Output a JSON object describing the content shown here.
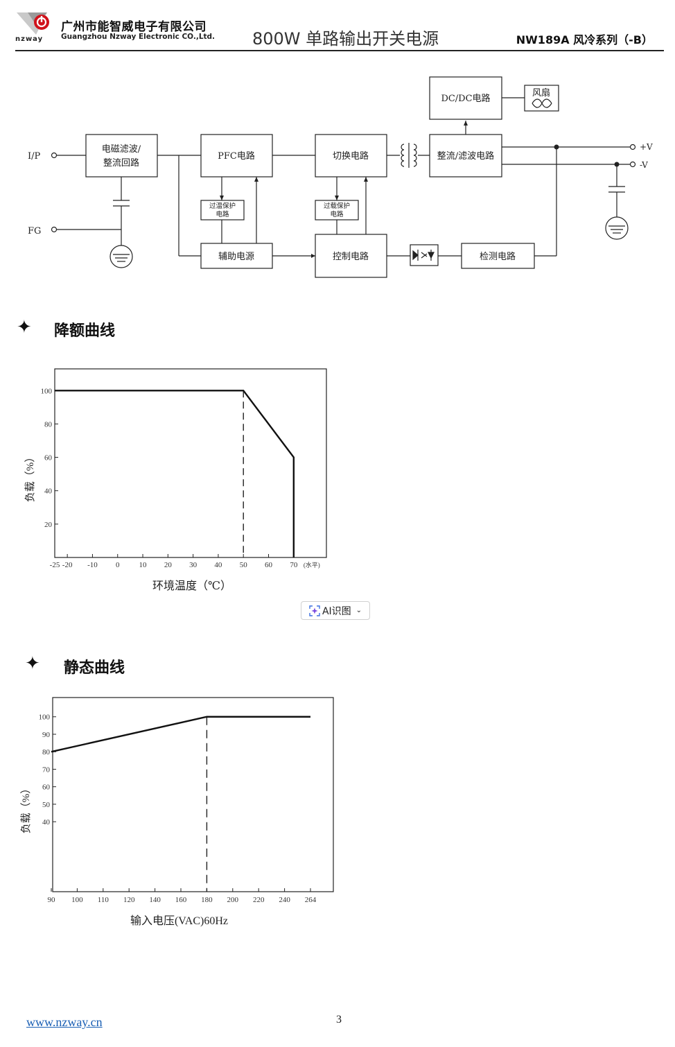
{
  "header": {
    "company_cn": "广州市能智威电子有限公司",
    "company_en": "Guangzhou Nzway Electronic CO.,Ltd.",
    "logo_word": "nzway",
    "title": "800W 单路输出开关电源",
    "series": "NW189A 风冷系列（-B）"
  },
  "block_diagram": {
    "ip_label": "I/P",
    "fg_label": "FG",
    "emi_line1": "电磁滤波/",
    "emi_line2": "整流回路",
    "pfc": "PFC电路",
    "switch": "切换电路",
    "rectifier": "整流/滤波电路",
    "dcdc": "DC/DC电路",
    "fan": "风扇",
    "otp_line1": "过温保护",
    "otp_line2": "电路",
    "olp_line1": "过载保护",
    "olp_line2": "电路",
    "aux": "辅助电源",
    "control": "控制电路",
    "detect": "检测电路",
    "out_pos": "+V",
    "out_neg": "-V"
  },
  "derating": {
    "section_title": "降额曲线",
    "chart_data": {
      "type": "line",
      "x": [
        -25,
        50,
        70,
        70
      ],
      "y": [
        100,
        100,
        60,
        0
      ],
      "xticks": [
        "-25",
        "-20",
        "-10",
        "0",
        "10",
        "20",
        "30",
        "40",
        "50",
        "60",
        "70"
      ],
      "yticks": [
        "100",
        "80",
        "60",
        "40",
        "20"
      ],
      "x_unit_note": "(水平)",
      "xlabel": "环境温度（℃）",
      "ylabel": "负载（%）",
      "xlim": [
        -25,
        83
      ],
      "ylim": [
        0,
        113
      ],
      "dashed_marker_x": 50,
      "grid": false
    }
  },
  "ai_button": {
    "label": "AI识图",
    "icon": "ai-sparkle-icon"
  },
  "static": {
    "section_title": "静态曲线",
    "chart_data": {
      "type": "line",
      "x": [
        90,
        180,
        264
      ],
      "y": [
        80,
        100,
        100
      ],
      "xticks": [
        "90",
        "100",
        "110",
        "120",
        "140",
        "160",
        "180",
        "200",
        "220",
        "240",
        "264"
      ],
      "yticks": [
        "100",
        "90",
        "80",
        "70",
        "60",
        "50",
        "40"
      ],
      "xlabel": "输入电压(VAC)60Hz",
      "ylabel": "负载（%）",
      "ylim": [
        0,
        111
      ],
      "dashed_marker_x": 180,
      "grid": false
    }
  },
  "footer": {
    "url": "www.nzway.cn",
    "page": "3"
  }
}
